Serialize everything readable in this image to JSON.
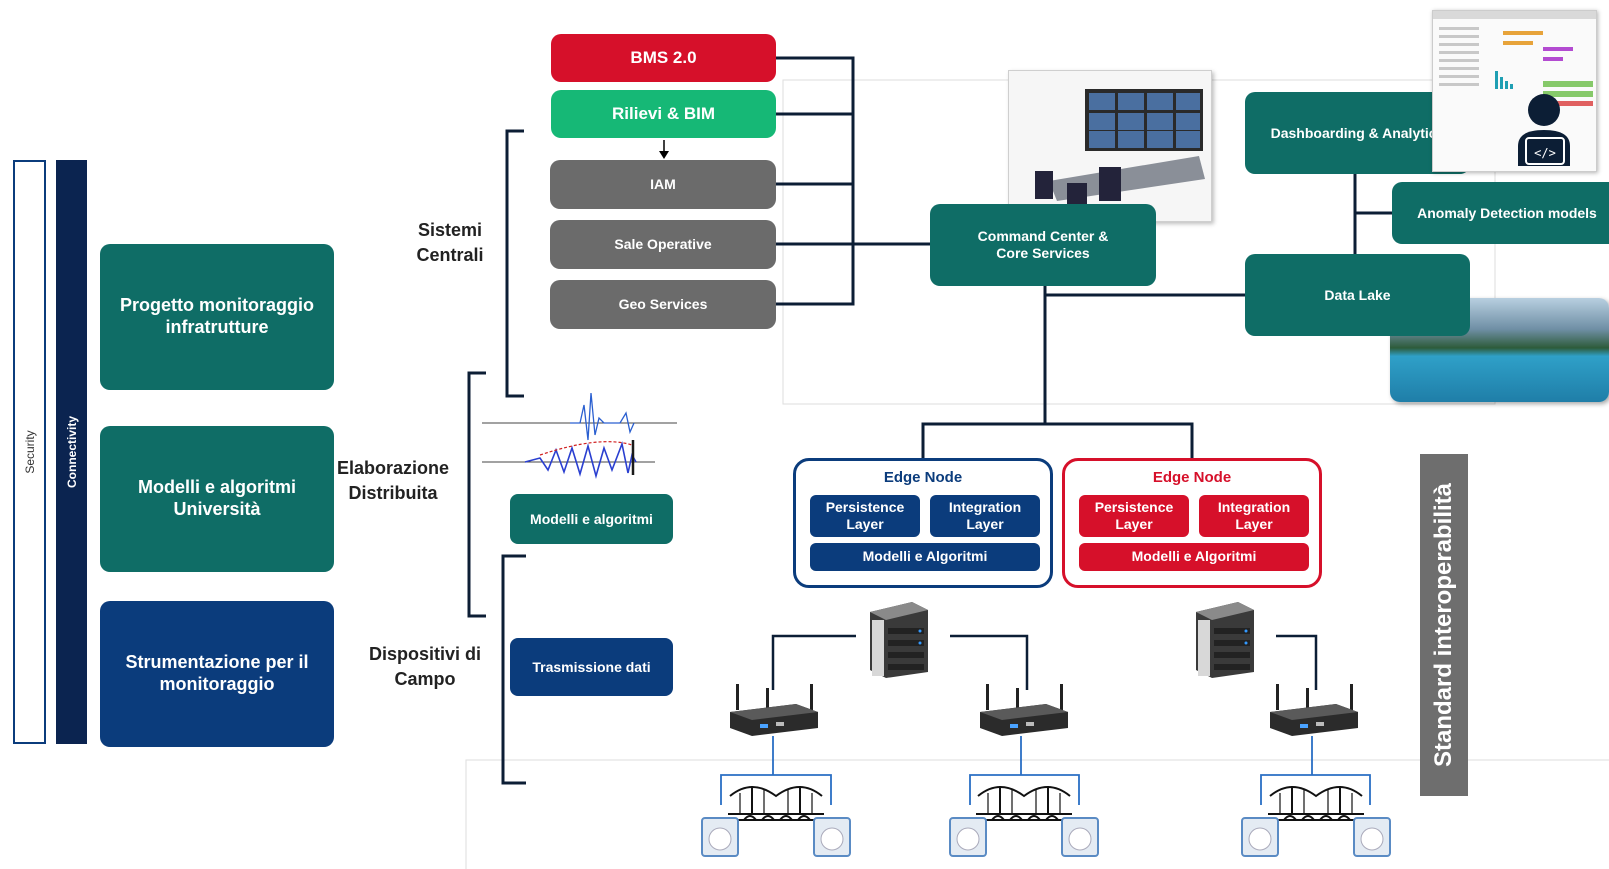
{
  "sidebar": {
    "security_label": "Security",
    "connectivity_label": "Connectivity"
  },
  "left_blocks": [
    {
      "label": "Progetto monitoraggio infratrutture"
    },
    {
      "label": "Modelli e algoritmi Università"
    },
    {
      "label": "Strumentazione per il monitoraggio"
    }
  ],
  "sections": {
    "central": "Sistemi Centrali",
    "distributed": "Elaborazione Distribuita",
    "field": "Dispositivi di Campo"
  },
  "central_systems": {
    "bms": "BMS 2.0",
    "rilievi": "Rilievi & BIM",
    "iam": "IAM",
    "sale": "Sale Operative",
    "geo": "Geo Services"
  },
  "mid_boxes": {
    "modelli": "Modelli e algoritmi",
    "trasmissione": "Trasmissione  dati"
  },
  "core": {
    "command_center": "Command Center & Core Services",
    "dashboarding": "Dashboarding & Analytics",
    "anomaly": "Anomaly  Detection models",
    "data_lake": "Data Lake"
  },
  "edge_nodes": [
    {
      "title": "Edge Node",
      "persistence": "Persistence Layer",
      "integration": "Integration Layer",
      "models": "Modelli e Algoritmi",
      "color": "#0b3c7c"
    },
    {
      "title": "Edge Node",
      "persistence": "Persistence Layer",
      "integration": "Integration Layer",
      "models": "Modelli e Algoritmi",
      "color": "#d6102a"
    }
  ],
  "standard_label": "Standard interoperabilità",
  "colors": {
    "teal": "#0f6d66",
    "navy": "#0b3c7c",
    "gray": "#6b6b6b",
    "red": "#d6102a",
    "green": "#16b876",
    "standard_bg": "#6e6e6e"
  }
}
